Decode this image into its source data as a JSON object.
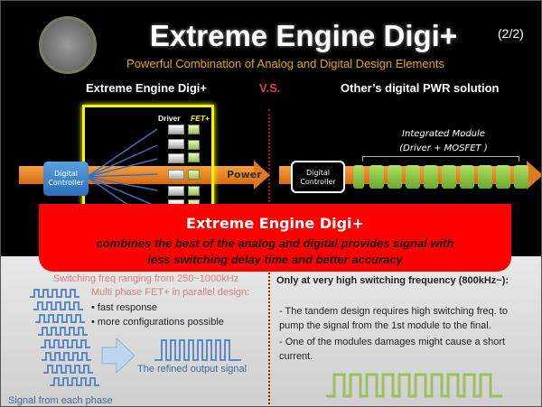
{
  "header": {
    "title": "Extreme Engine Digi+",
    "page": "(2/2)",
    "subtitle": "Powerful Combination of Analog and Digital Design Elements"
  },
  "compare": {
    "left": "Extreme Engine Digi+",
    "vs": "V.S.",
    "right": "Other’s digital PWR solution"
  },
  "diagram_left": {
    "controller": "Digital Controller",
    "driver": "Driver",
    "fet": "FET+",
    "power": "Power"
  },
  "diagram_right": {
    "controller": "Digital Controller",
    "module_line1": "Integrated Module",
    "module_line2": "(Driver + MOSFET )"
  },
  "banner": {
    "title": "Extreme Engine Digi+",
    "line1": "combines the best of the analog and digital provides signal with",
    "line2": "less switching delay time and better accuracy"
  },
  "left_panel": {
    "faint1": "Switching freq ranging from 250~1000kHz",
    "faint2": "Multi phase FET+ in parallel design:",
    "bullets": [
      "• fast response",
      "• more configurations possible"
    ],
    "output_label": "The refined  output signal",
    "phase_label": "Signal from each phase"
  },
  "right_panel": {
    "heading": "Only at very high switching frequency (800kHz~):",
    "item1": "- The tandem design requires high switching freq. to pump the signal from the 1st module to the final.",
    "item2": "- One of the modules damages might cause a short current."
  }
}
